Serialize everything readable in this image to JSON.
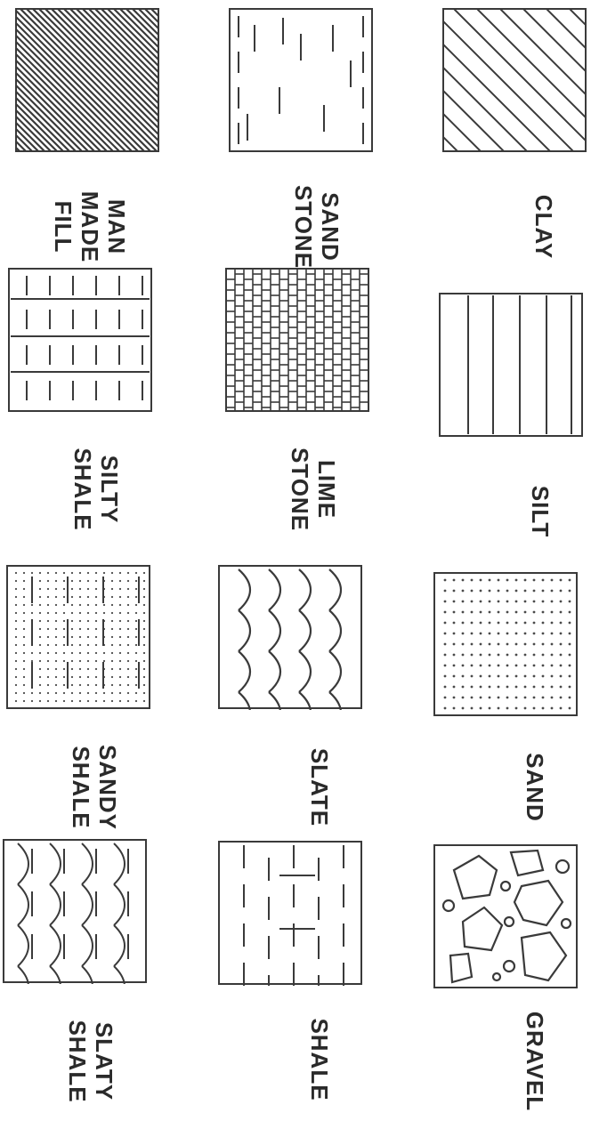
{
  "legend": {
    "items": [
      {
        "key": "man-made-fill",
        "label": "MAN\nMADE\nFILL",
        "pattern": "fine-hatch"
      },
      {
        "key": "sandstone",
        "label": "SAND\nSTONE",
        "pattern": "sandstone"
      },
      {
        "key": "clay",
        "label": "CLAY",
        "pattern": "coarse-hatch"
      },
      {
        "key": "silty-shale",
        "label": "SILTY\nSHALE",
        "pattern": "silty-shale"
      },
      {
        "key": "limestone",
        "label": "LIME\nSTONE",
        "pattern": "brick"
      },
      {
        "key": "silt",
        "label": "SILT",
        "pattern": "horizontal-lines"
      },
      {
        "key": "sandy-shale",
        "label": "SANDY\nSHALE",
        "pattern": "sandy-shale"
      },
      {
        "key": "slate",
        "label": "SLATE",
        "pattern": "scallops"
      },
      {
        "key": "sand",
        "label": "SAND",
        "pattern": "dots"
      },
      {
        "key": "slaty-shale",
        "label": "SLATY\nSHALE",
        "pattern": "slaty-shale"
      },
      {
        "key": "shale",
        "label": "SHALE",
        "pattern": "dashes"
      },
      {
        "key": "gravel",
        "label": "GRAVEL",
        "pattern": "pebbles"
      }
    ]
  },
  "colors": {
    "ink": "#3a3a3a",
    "label": "#2a2a2a",
    "background": "#ffffff"
  }
}
